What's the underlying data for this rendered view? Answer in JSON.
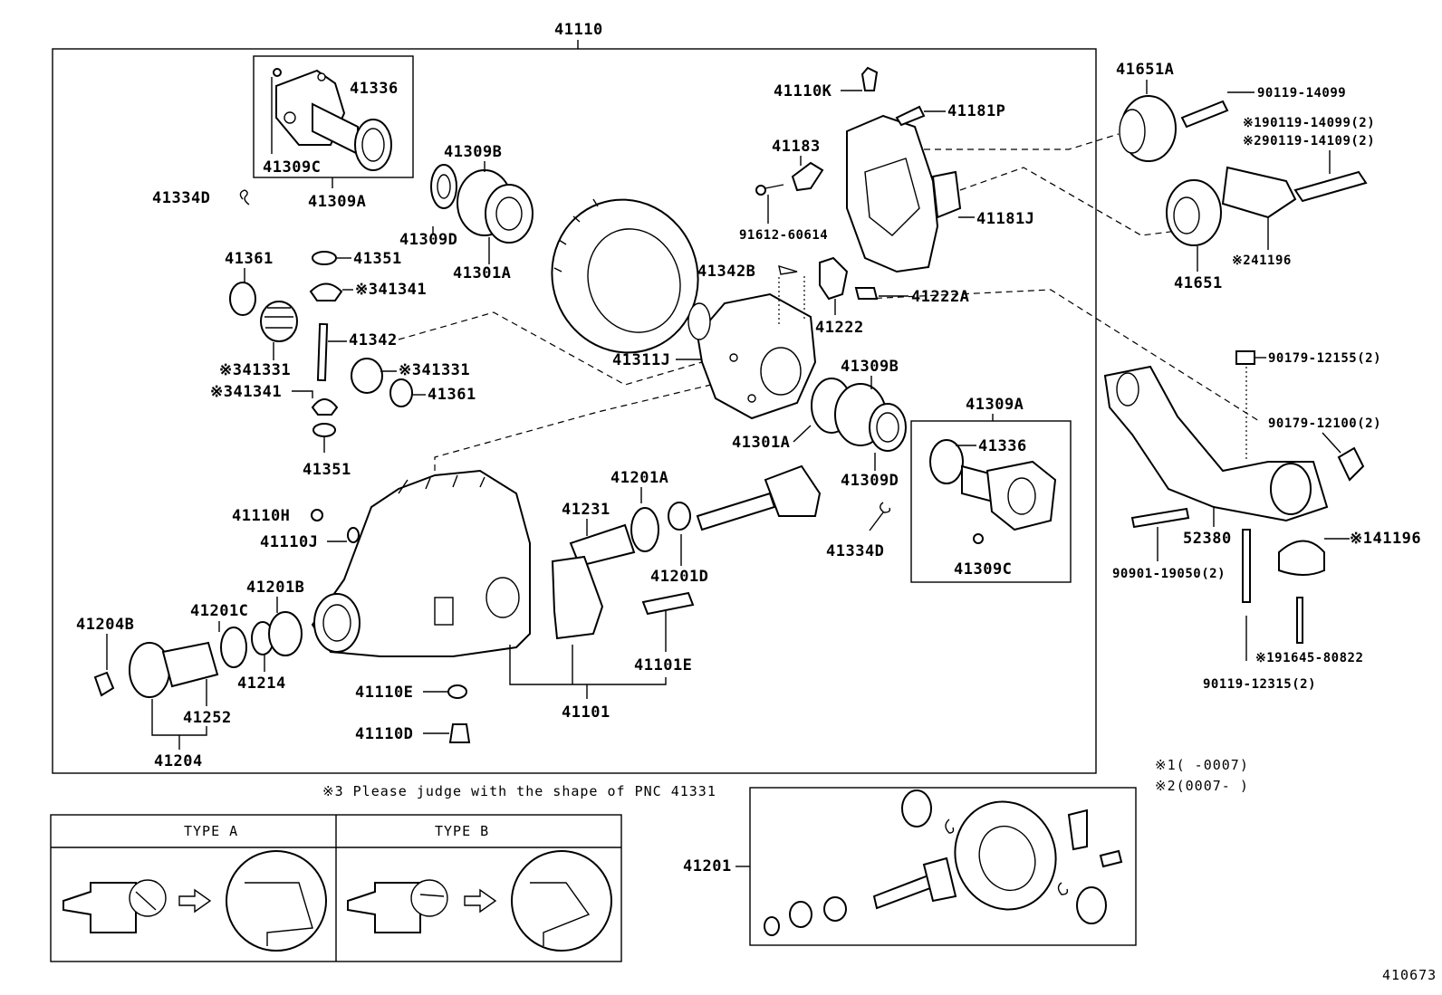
{
  "diagram": {
    "assembly_number": "41110",
    "image_code": "410673",
    "footnote_type": "※3  Please judge with the shape of PNC 41331",
    "notes": [
      "※1(      -0007)",
      "※2(0007-      )"
    ],
    "type_table": {
      "type_a": "TYPE A",
      "type_b": "TYPE B"
    },
    "inset_label": "41201",
    "callouts": {
      "c41336_top": "41336",
      "c41309C_top": "41309C",
      "c41309A_top": "41309A",
      "c41334D_left": "41334D",
      "c41309B_top": "41309B",
      "c41309D_top": "41309D",
      "c41301A_top": "41301A",
      "c41361_top": "41361",
      "c41351_top": "41351",
      "c41341_top": "※341341",
      "c41342": "41342",
      "c41331_left": "※341331",
      "c41331_right": "※341331",
      "c41341_left": "※341341",
      "c41361_right": "41361",
      "c41351_bottom": "41351",
      "c41110K": "41110K",
      "c41181P": "41181P",
      "c41183": "41183",
      "c91612": "91612-60614",
      "c41181J": "41181J",
      "c41342B": "41342B",
      "c41222": "41222",
      "c41222A": "41222A",
      "c41311J": "41311J",
      "c41309B_mid": "41309B",
      "c41301A_mid": "41301A",
      "c41309D_mid": "41309D",
      "c41309A_box": "41309A",
      "c41336_box": "41336",
      "c41309C_box": "41309C",
      "c41334D_mid": "41334D",
      "c41201A": "41201A",
      "c41231": "41231",
      "c41201D": "41201D",
      "c41101E": "41101E",
      "c41101": "41101",
      "c41110H": "41110H",
      "c41110J": "41110J",
      "c41110E": "41110E",
      "c41110D": "41110D",
      "c41204B": "41204B",
      "c41201C": "41201C",
      "c41201B": "41201B",
      "c41214": "41214",
      "c41252": "41252",
      "c41204": "41204",
      "c41651A": "41651A",
      "c90119_14099": "90119-14099",
      "c90119_14099_2": "※190119-14099(2)",
      "c90119_14109_2": "※290119-14109(2)",
      "c41196_top": "※241196",
      "c41651": "41651",
      "c90179_12155": "90179-12155(2)",
      "c90179_12100": "90179-12100(2)",
      "c52380": "52380",
      "c41196_low": "※141196",
      "c90901": "90901-19050(2)",
      "c91645": "※191645-80822",
      "c90119_12315": "90119-12315(2)"
    }
  }
}
